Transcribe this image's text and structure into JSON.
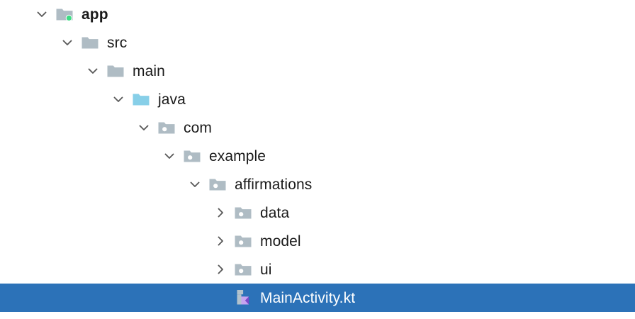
{
  "panel": {
    "name": "project-tree",
    "background": "#ffffff",
    "selection_color": "#2c72b8",
    "folder_color": "#afbcc4",
    "source_root_color": "#87cfe8",
    "module_badge_color": "#3ddc84",
    "chevron_color": "#5a5a5a",
    "text_color": "#1a1a1a",
    "selected_text_color": "#ffffff"
  },
  "tree": {
    "rows": [
      {
        "label": "app",
        "depth": 0,
        "twisty": "chevron-down-icon",
        "icon": "module-folder-icon",
        "bold": true,
        "selected": false,
        "badge": "green-dot"
      },
      {
        "label": "src",
        "depth": 1,
        "twisty": "chevron-down-icon",
        "icon": "folder-icon",
        "bold": false,
        "selected": false,
        "badge": ""
      },
      {
        "label": "main",
        "depth": 2,
        "twisty": "chevron-down-icon",
        "icon": "folder-icon",
        "bold": false,
        "selected": false,
        "badge": ""
      },
      {
        "label": "java",
        "depth": 3,
        "twisty": "chevron-down-icon",
        "icon": "source-root-folder-icon",
        "bold": false,
        "selected": false,
        "badge": ""
      },
      {
        "label": "com",
        "depth": 4,
        "twisty": "chevron-down-icon",
        "icon": "package-folder-icon",
        "bold": false,
        "selected": false,
        "badge": ""
      },
      {
        "label": "example",
        "depth": 5,
        "twisty": "chevron-down-icon",
        "icon": "package-folder-icon",
        "bold": false,
        "selected": false,
        "badge": ""
      },
      {
        "label": "affirmations",
        "depth": 6,
        "twisty": "chevron-down-icon",
        "icon": "package-folder-icon",
        "bold": false,
        "selected": false,
        "badge": ""
      },
      {
        "label": "data",
        "depth": 7,
        "twisty": "chevron-right-icon",
        "icon": "package-folder-icon",
        "bold": false,
        "selected": false,
        "badge": ""
      },
      {
        "label": "model",
        "depth": 7,
        "twisty": "chevron-right-icon",
        "icon": "package-folder-icon",
        "bold": false,
        "selected": false,
        "badge": ""
      },
      {
        "label": "ui",
        "depth": 7,
        "twisty": "chevron-right-icon",
        "icon": "package-folder-icon",
        "bold": false,
        "selected": false,
        "badge": ""
      },
      {
        "label": "MainActivity.kt",
        "depth": 7,
        "twisty": "",
        "icon": "kotlin-file-icon",
        "bold": false,
        "selected": true,
        "badge": ""
      }
    ]
  }
}
